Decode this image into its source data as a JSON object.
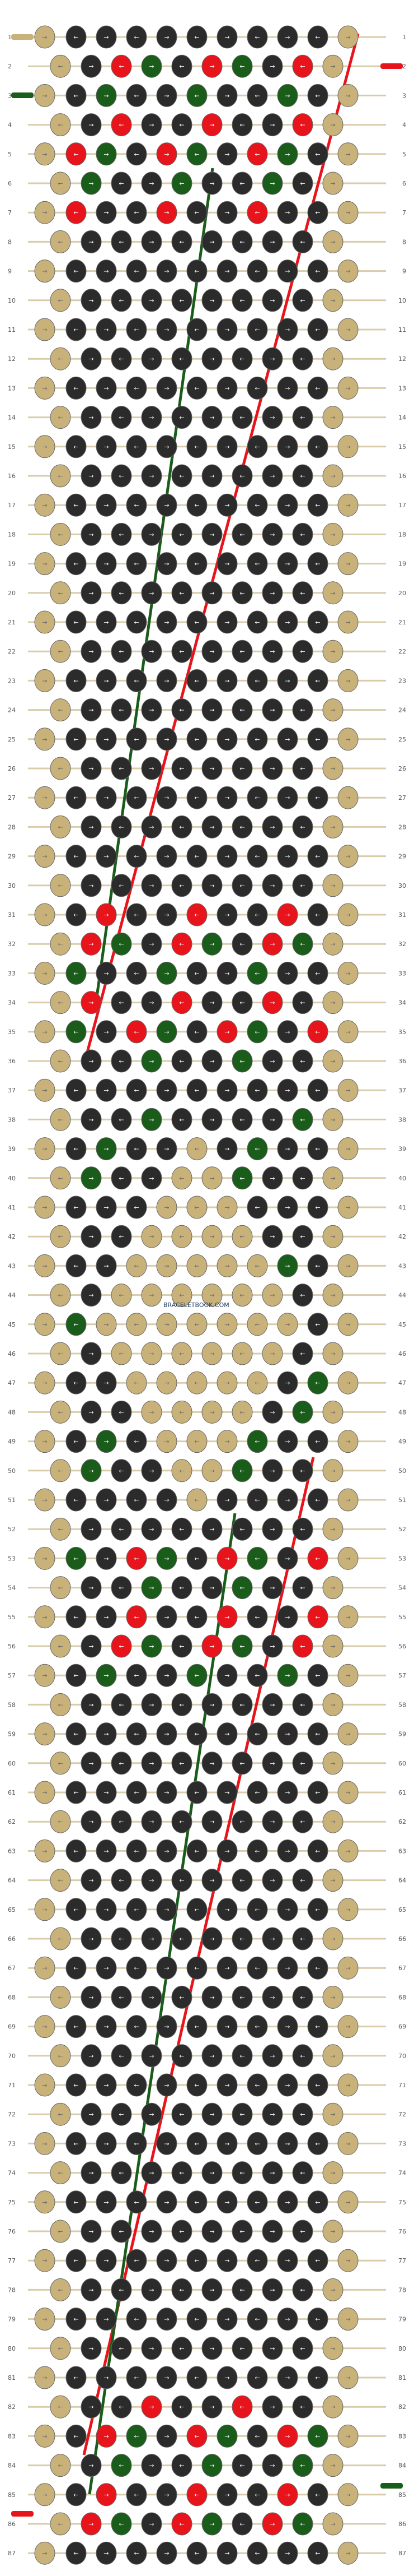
{
  "watermark": "BRACELETBOOK.COM",
  "legend_colors": {
    "background": "#c8b27a",
    "black": "#2b2b2b",
    "red": "#e8141b",
    "green": "#1a5c1a"
  },
  "pattern": {
    "row_count": 87,
    "knots_per_row_even": 9,
    "knots_per_row_odd": 8,
    "strings_left": [
      "background",
      "background",
      "green",
      "background",
      "background",
      "background",
      "background",
      "background",
      "background",
      "background",
      "background",
      "background",
      "background",
      "background",
      "background",
      "background",
      "background",
      "red"
    ],
    "strings_right": [
      "red",
      "background",
      "background",
      "background",
      "background",
      "background",
      "background",
      "background",
      "background",
      "background",
      "background",
      "background",
      "background",
      "background",
      "background",
      "background",
      "green",
      "background"
    ],
    "knot_pattern_repeat_note": ""
  }
}
